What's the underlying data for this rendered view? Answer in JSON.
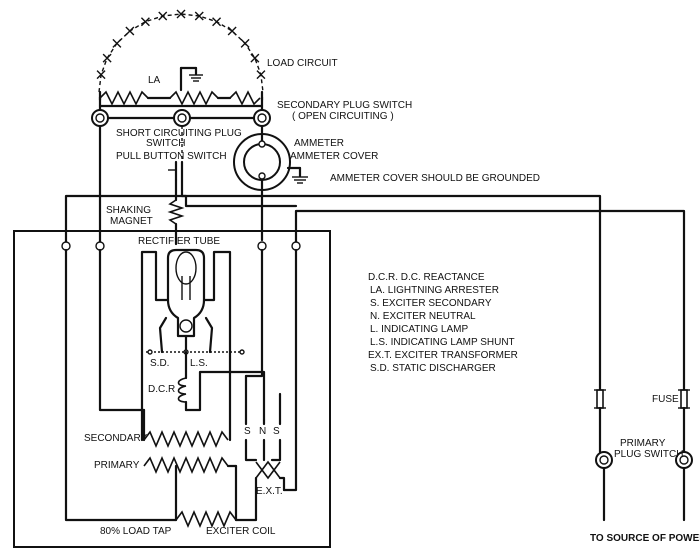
{
  "labels": {
    "load_circuit": "LOAD CIRCUIT",
    "la": "LA",
    "secondary_plug_switch": "SECONDARY PLUG SWITCH",
    "open_circuiting": "( OPEN CIRCUITING )",
    "short_circuiting_plug": "SHORT CIRCUITING PLUG",
    "switch": "SWITCH",
    "pull_button_switch": "PULL BUTTON SWITCH",
    "ammeter": "AMMETER",
    "ammeter_cover": "AMMETER COVER",
    "ammeter_cover_grounded": "AMMETER COVER SHOULD BE GROUNDED",
    "shaking": "SHAKING",
    "magnet": "MAGNET",
    "rectifier_tube": "RECTIFIER TUBE",
    "sd": "S.D.",
    "ls": "L.S.",
    "dcr": "D.C.R",
    "secondary": "SECONDARY",
    "primary": "PRIMARY",
    "s": "S",
    "n": "N",
    "s2": "S",
    "ext": "E.X.T.",
    "load_tap": "80% LOAD TAP",
    "exciter_coil": "EXCITER COIL",
    "fuse": "FUSE",
    "primary_plug_switch_1": "PRIMARY",
    "primary_plug_switch_2": "PLUG SWITCH",
    "to_source": "TO SOURCE OF POWER"
  },
  "legend": [
    "D.C.R.  D.C. REACTANCE",
    "LA.  LIGHTNING ARRESTER",
    "S.  EXCITER SECONDARY",
    "N.  EXCITER NEUTRAL",
    "L.  INDICATING LAMP",
    "L.S.  INDICATING LAMP SHUNT",
    "EX.T.  EXCITER TRANSFORMER",
    "S.D.  STATIC DISCHARGER"
  ]
}
